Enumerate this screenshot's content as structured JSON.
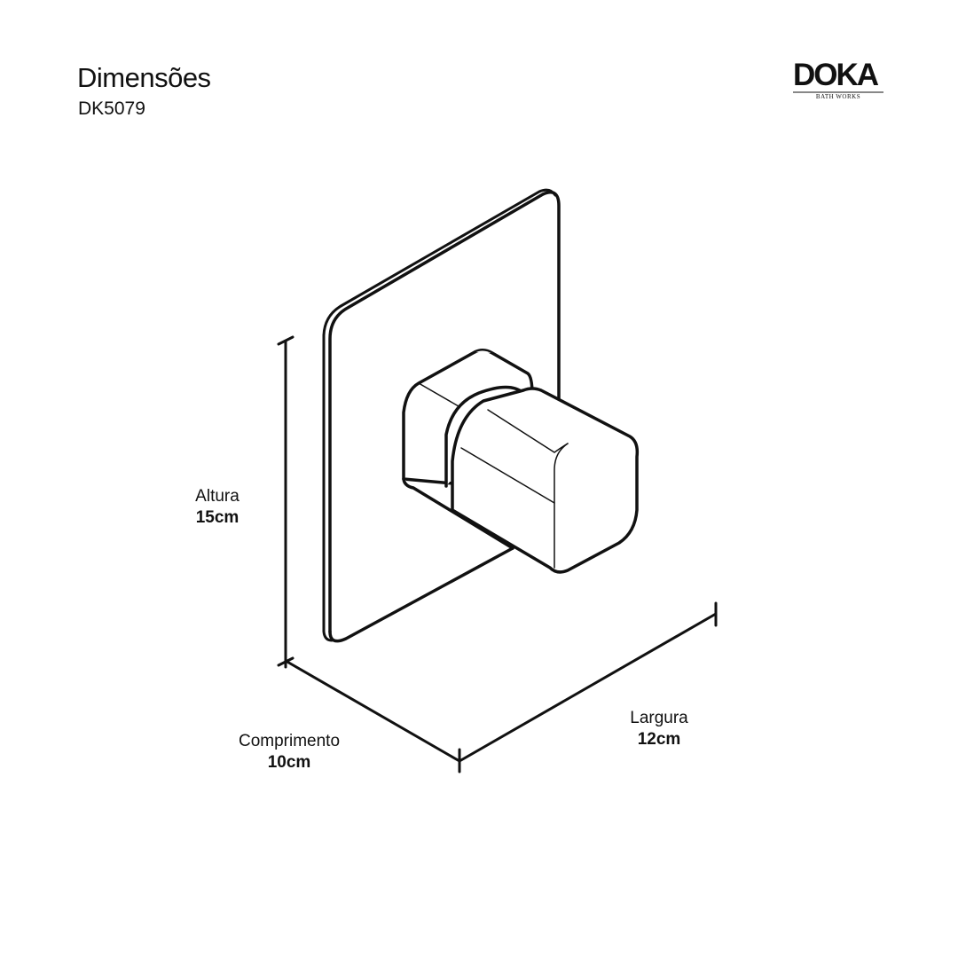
{
  "header": {
    "title": "Dimensões",
    "product_code": "DK5079"
  },
  "logo": {
    "name": "DOKA",
    "tagline": "BATH WORKS"
  },
  "dimensions": {
    "height": {
      "label": "Altura",
      "value": "15cm"
    },
    "length": {
      "label": "Comprimento",
      "value": "10cm"
    },
    "width": {
      "label": "Largura",
      "value": "12cm"
    }
  }
}
